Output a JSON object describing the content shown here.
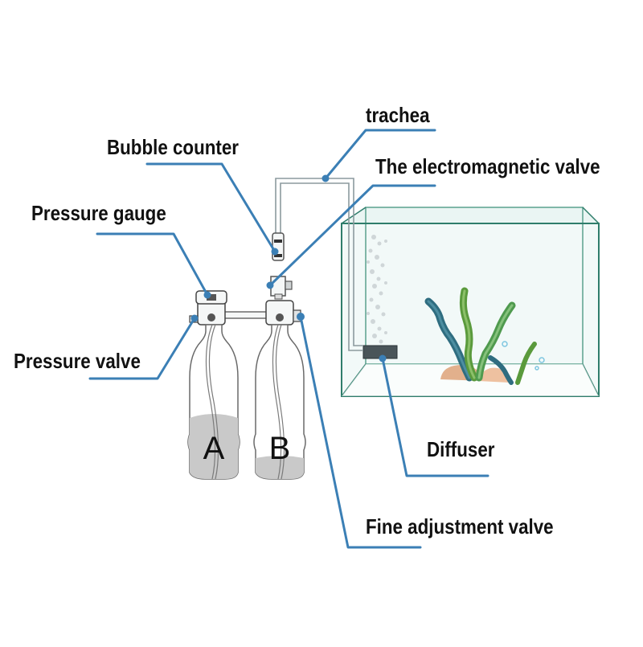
{
  "labels": {
    "trachea": "trachea",
    "bubble_counter": "Bubble counter",
    "solenoid_valve": "The electromagnetic valve",
    "pressure_gauge": "Pressure gauge",
    "pressure_valve": "Pressure valve",
    "diffuser": "Diffuser",
    "fine_adjustment_valve": "Fine adjustment valve"
  },
  "bottles": {
    "left": "A",
    "right": "B"
  },
  "colors": {
    "leader_line": "#3b7fb5",
    "tank_outline": "#2f7d6b",
    "tank_fill": "#e8f4f2",
    "plant_green": "#5a9a3c",
    "plant_teal": "#2f6d80",
    "rock": "#e2b08c",
    "bottle_liquid": "#c9c9c9"
  }
}
